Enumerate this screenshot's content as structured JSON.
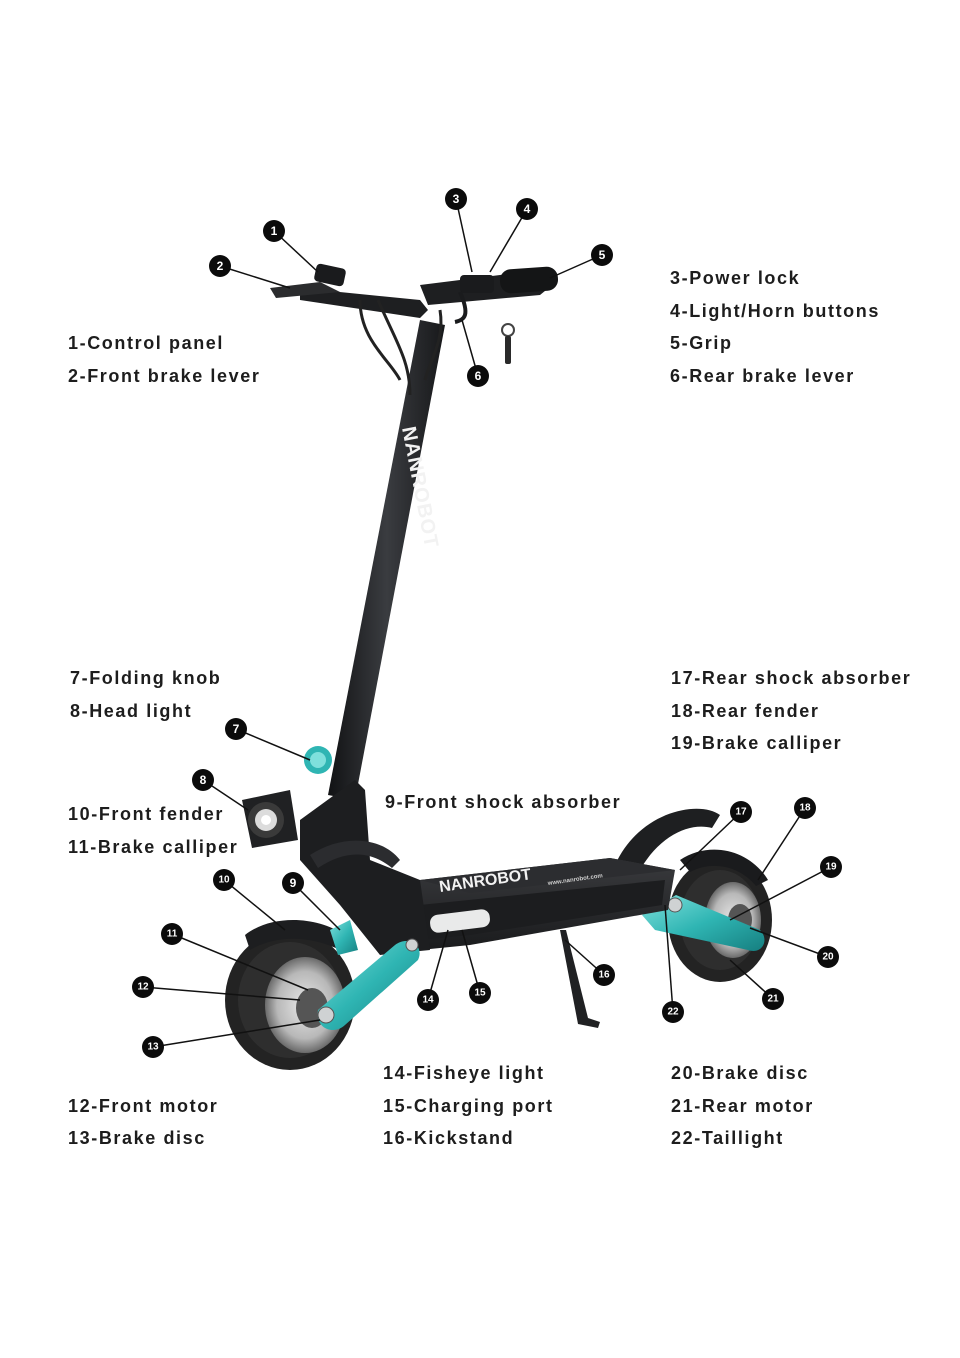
{
  "brand": {
    "stem_text": "NANROBOT",
    "deck_text": "NANROBOT",
    "deck_url": "www.nanrobot.com"
  },
  "colors": {
    "frame": "#1e1f21",
    "accent": "#2fb5b3",
    "tire": "#262626",
    "label": "#1d1d1d"
  },
  "callouts": [
    {
      "id": "1",
      "part": "Control panel"
    },
    {
      "id": "2",
      "part": "Front brake lever"
    },
    {
      "id": "3",
      "part": "Power lock"
    },
    {
      "id": "4",
      "part": "Light/Horn buttons"
    },
    {
      "id": "5",
      "part": "Grip"
    },
    {
      "id": "6",
      "part": "Rear brake lever"
    },
    {
      "id": "7",
      "part": "Folding knob"
    },
    {
      "id": "8",
      "part": "Head light"
    },
    {
      "id": "9",
      "part": "Front shock absorber"
    },
    {
      "id": "10",
      "part": "Front fender"
    },
    {
      "id": "11",
      "part": "Brake calliper"
    },
    {
      "id": "12",
      "part": "Front motor"
    },
    {
      "id": "13",
      "part": "Brake disc"
    },
    {
      "id": "14",
      "part": "Fisheye light"
    },
    {
      "id": "15",
      "part": "Charging port"
    },
    {
      "id": "16",
      "part": "Kickstand"
    },
    {
      "id": "17",
      "part": "Rear shock absorber"
    },
    {
      "id": "18",
      "part": "Rear fender"
    },
    {
      "id": "19",
      "part": "Brake calliper"
    },
    {
      "id": "20",
      "part": "Brake disc"
    },
    {
      "id": "21",
      "part": "Rear motor"
    },
    {
      "id": "22",
      "part": "Taillight"
    }
  ],
  "labels": {
    "l1": "1-Control panel",
    "l2": "2-Front brake lever",
    "l3": "3-Power lock",
    "l4": "4-Light/Horn buttons",
    "l5": "5-Grip",
    "l6": "6-Rear brake lever",
    "l7": "7-Folding knob",
    "l8": "8-Head light",
    "l9": "9-Front shock absorber",
    "l10": "10-Front fender",
    "l11": "11-Brake calliper",
    "l12": "12-Front motor",
    "l13": "13-Brake disc",
    "l14": "14-Fisheye light",
    "l15": "15-Charging port",
    "l16": "16-Kickstand",
    "l17": "17-Rear shock absorber",
    "l18": "18-Rear fender",
    "l19": "19-Brake calliper",
    "l20": "20-Brake disc",
    "l21": "21-Rear motor",
    "l22": "22-Taillight"
  }
}
